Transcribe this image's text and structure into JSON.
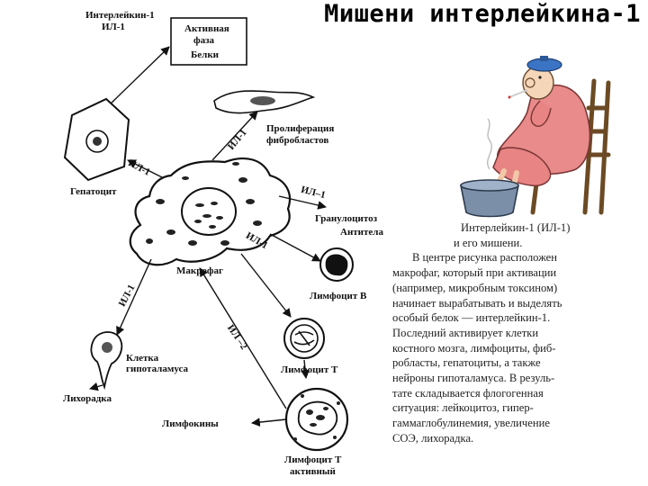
{
  "title": "Мишени интерлейкина-1",
  "diagram": {
    "labels": {
      "il1_top": "Интерлейкин-1",
      "il1_top_abbr": "ИЛ-1",
      "acute_phase": [
        "Активная",
        "фаза",
        "Белки"
      ],
      "fibro_prolif": [
        "Пролиферация",
        "фибробластов"
      ],
      "hepatocyte": "Гепатоцит",
      "granulocytosis": "Гранулоцитоз",
      "antibodies": "Антитела",
      "macrophage": "Макрофаг",
      "lymph_b": "Лимфоцит В",
      "hypothalamus_cell": [
        "Клетка",
        "гипоталамуса"
      ],
      "fever": "Лихорадка",
      "lymph_t": "Лимфоцит Т",
      "lymphokines": "Лимфокины",
      "lymph_t_active": [
        "Лимфоцит Т",
        "активный"
      ],
      "il1_arrow": "ИЛ-1",
      "il1_arrow_dash": "ИЛ–1",
      "il2_arrow": "ИЛ –2"
    }
  },
  "caption": {
    "heading": [
      "Интерлейкин-1 (ИЛ-1)",
      "и его мишени."
    ],
    "body": [
      "В центре рисунка расположен",
      "макрофаг, который при активации",
      "(например, микробным токсином)",
      "начинает вырабатывать и выделять",
      "особый белок — интерлейкин-1.",
      "Последний активирует клетки",
      "костного мозга, лимфоциты, фиб-",
      "робласты, гепатоциты, а также",
      "нейроны гипоталамуса. В резуль-",
      "тате складывается флогогенная",
      "ситуация: лейкоцитоз, гипер-",
      "гаммаглобулинемия, увеличение",
      "СОЭ, лихорадка."
    ]
  }
}
